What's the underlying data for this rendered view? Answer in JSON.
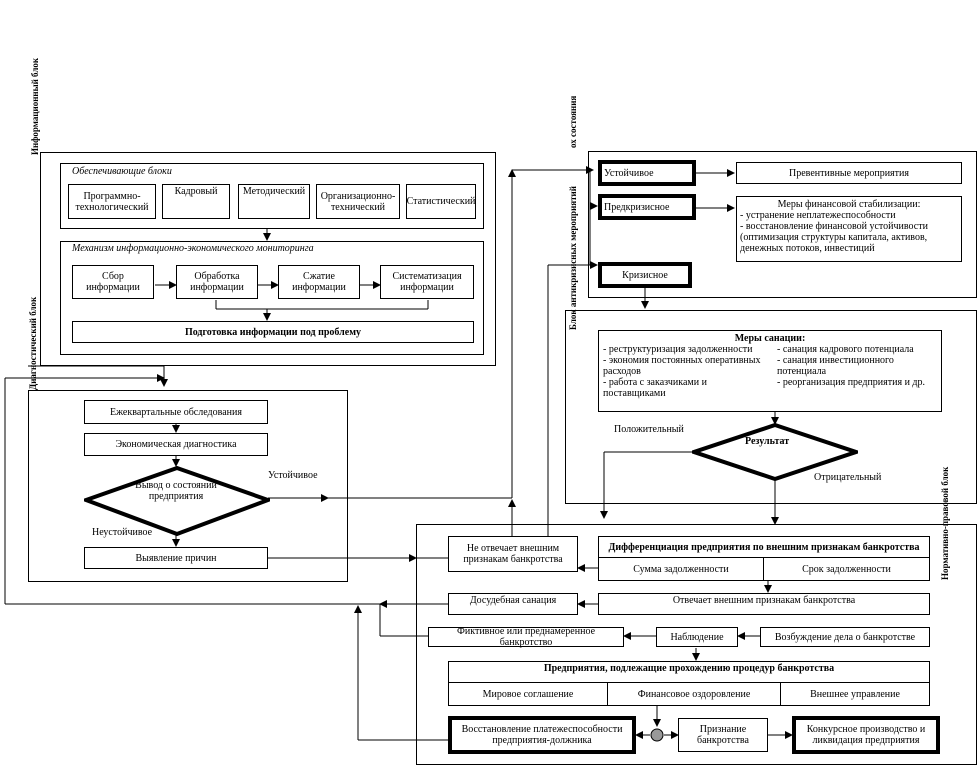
{
  "side_labels": {
    "info_block": "Информационный блок",
    "diag_block": "Диагностический блок",
    "anticrisis_block": "Блок антикризисных мероприятий",
    "status_suffix": "ох состояния",
    "legal_block": "Нормативно-правовой блок"
  },
  "info": {
    "support_title": "Обеспечивающие блоки",
    "support_blocks": [
      "Программно-технологический",
      "Кадровый",
      "Методический",
      "Организационно-технический",
      "Статистический"
    ],
    "monitor_title": "Механизм информационно-экономического мониторинга",
    "steps": [
      "Сбор информации",
      "Обработка информации",
      "Сжатие информации",
      "Систематизация информации"
    ],
    "prepare": "Подготовка информации под проблему"
  },
  "diag": {
    "quarterly": "Ежеквартальные обследования",
    "economic": "Экономическая диагностика",
    "conclusion": "Вывод о состоянии предприятия",
    "stable_label": "Устойчивое",
    "unstable_label": "Неустойчивое",
    "causes": "Выявление причин"
  },
  "anticrisis": {
    "stable": "Устойчивое",
    "precrisis": "Предкризисное",
    "crisis": "Кризисное",
    "preventive": "Превентивные мероприятия",
    "stabilization_title": "Меры финансовой стабилизации:",
    "stabilization_items": [
      "- устранение неплатежеспособности",
      "- восстановление финансовой устойчивости (оптимизация структуры капитала, активов, денежных потоков, инвестиций"
    ],
    "sanation_title": "Меры санации:",
    "sanation_left": [
      "- реструктуризация задолженности",
      "- экономия постоянных оперативных расходов",
      "- работа с заказчиками и поставщиками"
    ],
    "sanation_right": [
      "- санация кадрового потенциала",
      "- санация инвестиционного потенциала",
      "- реорганизация предприятия и др."
    ],
    "result": "Результат",
    "positive": "Положительный",
    "negative": "Отрицательный"
  },
  "legal": {
    "not_match": "Не отвечает внешним признакам банкротства",
    "diff_title": "Дифференциация предприятия по внешним признакам банкротства",
    "debt_sum": "Сумма задолженности",
    "debt_term": "Срок задолженности",
    "pretrial": "Досудебная санация",
    "matches": "Отвечает внешним признакам банкротства",
    "fictitious": "Фиктивное или преднамеренное банкротство",
    "observation": "Наблюдение",
    "initiation": "Возбуждение дела о банкротстве",
    "procedures_title": "Предприятия, подлежащие прохождению процедур банкротства",
    "procedures": [
      "Мировое соглашение",
      "Финансовое оздоровление",
      "Внешнее управление"
    ],
    "restore": "Восстановление платежеспособности предприятия-должника",
    "recognition": "Признание банкротства",
    "liquidation": "Конкурсное производство и ликвидация предприятия"
  }
}
